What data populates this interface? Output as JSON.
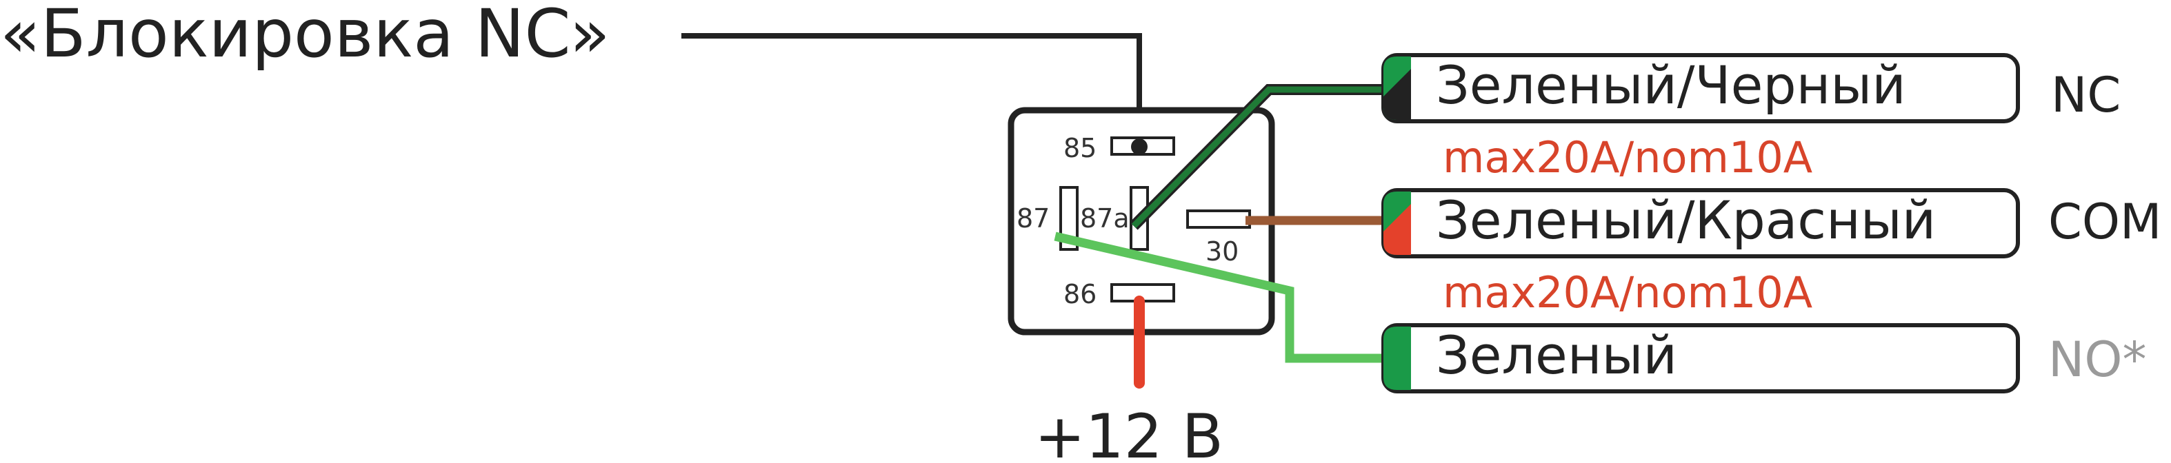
{
  "title": "«Блокировка NC»",
  "relay": {
    "pins": {
      "p85": "85",
      "p86": "86",
      "p87": "87",
      "p87a": "87a",
      "p30": "30"
    }
  },
  "power_label": "+12 В",
  "wires": [
    {
      "label": "Зеленый/Черный",
      "tag": "NC",
      "colors": [
        "#1a9a48",
        "#222222"
      ]
    },
    {
      "label": "Зеленый/Красный",
      "tag": "COM",
      "colors": [
        "#1a9a48",
        "#e4412b"
      ]
    },
    {
      "label": "Зеленый",
      "tag": "NO*",
      "colors": [
        "#1a9a48",
        "#1a9a48"
      ]
    }
  ],
  "ratings": [
    {
      "text": "max20A/nom10A"
    },
    {
      "text": "max20A/nom10A"
    }
  ],
  "palette": {
    "line": "#222222",
    "dark_green": "#1f7a36",
    "light_green": "#5cc45c",
    "brown": "#9b5a35",
    "red": "#e4412b",
    "rating": "#d8442a",
    "muted_tag": "#9a9a9a"
  }
}
